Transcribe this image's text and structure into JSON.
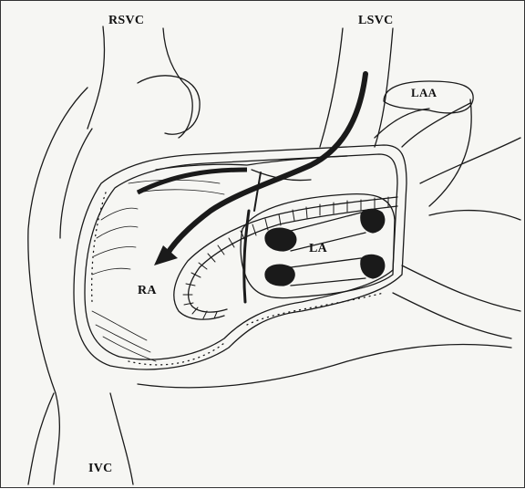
{
  "labels": {
    "rsvc": "RSVC",
    "lsvc": "LSVC",
    "laa": "LAA",
    "la": "LA",
    "ra": "RA",
    "ivc": "IVC"
  },
  "colors": {
    "background": "#f6f6f3",
    "ink": "#1a1a1a",
    "frame": "#333333"
  }
}
